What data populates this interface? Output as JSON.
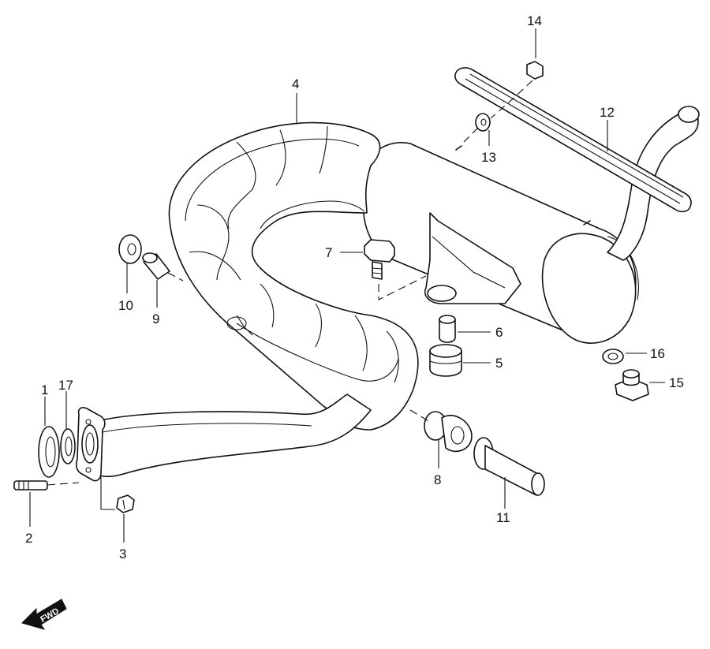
{
  "callouts": {
    "c1": "1",
    "c2": "2",
    "c3": "3",
    "c4": "4",
    "c5": "5",
    "c6": "6",
    "c7": "7",
    "c8": "8",
    "c9": "9",
    "c10": "10",
    "c11": "11",
    "c12": "12",
    "c13": "13",
    "c14": "14",
    "c15": "15",
    "c16": "16",
    "c17": "17"
  },
  "direction_marker": {
    "label": "FWD",
    "icon": "forward-arrow-icon"
  }
}
